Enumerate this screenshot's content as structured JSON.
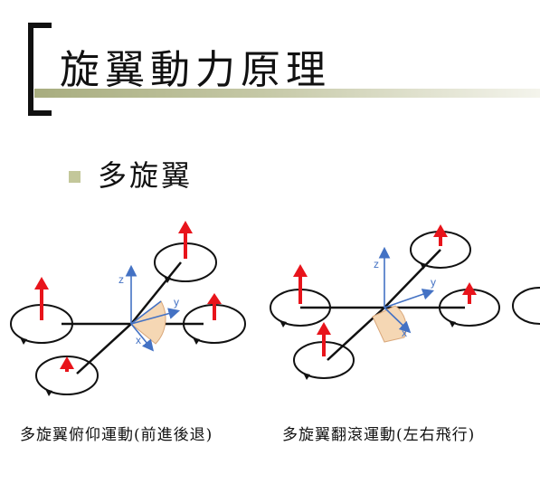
{
  "slide": {
    "title": "旋翼動力原理",
    "bullet": "多旋翼"
  },
  "diagrams": {
    "pitch": {
      "caption": "多旋翼俯仰運動(前進後退)",
      "axis_z": "z",
      "axis_y": "y",
      "axis_x": "x"
    },
    "roll": {
      "caption": "多旋翼翻滾運動(左右飛行)",
      "axis_z": "z",
      "axis_y": "y",
      "axis_x": "x"
    }
  },
  "colors": {
    "thrust_arrow": "#e8141b",
    "axis_arrow": "#4472c4",
    "angle_fill": "#f5d7b4",
    "accent_band": "#a8ad7f",
    "bullet": "#c3c79a"
  }
}
